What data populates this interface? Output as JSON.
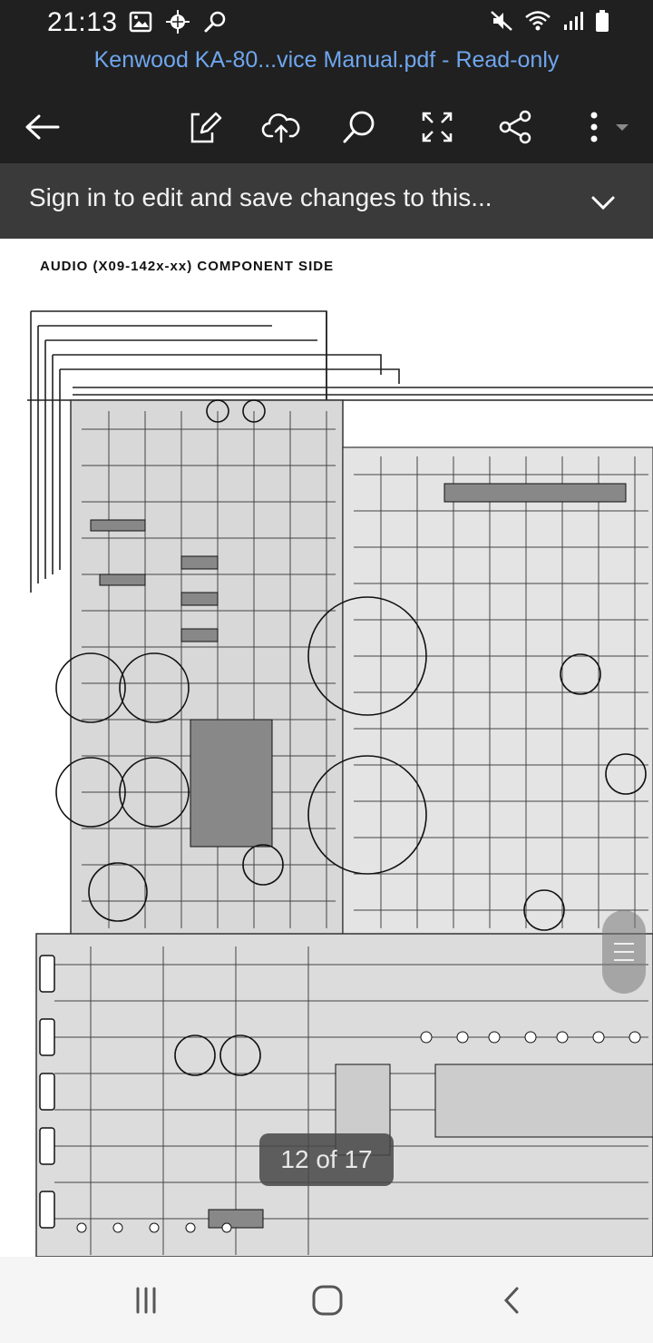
{
  "status_bar": {
    "time": "21:13",
    "left_icons": [
      "gallery-icon",
      "crosshair-icon",
      "search-key-icon"
    ],
    "right_icons": [
      "mute-icon",
      "wifi-icon",
      "signal-icon",
      "battery-icon"
    ]
  },
  "document": {
    "title": "Kenwood KA-80...vice Manual.pdf - Read-only"
  },
  "toolbar": {
    "items": [
      "back-arrow-icon",
      "edit-icon",
      "cloud-upload-icon",
      "search-icon",
      "fullscreen-icon",
      "share-icon",
      "more-options-icon"
    ]
  },
  "banner": {
    "text": "Sign in to edit and save changes to this..."
  },
  "page": {
    "heading": "AUDIO (X09-142x-xx) COMPONENT SIDE",
    "counter": "12 of 17"
  },
  "colors": {
    "background": "#202020",
    "title": "#6fa6ee",
    "banner": "#3a3a3a",
    "nav_bar": "#f5f5f5"
  },
  "nav_bar": {
    "items": [
      "recent-apps-icon",
      "home-icon",
      "back-icon"
    ]
  }
}
